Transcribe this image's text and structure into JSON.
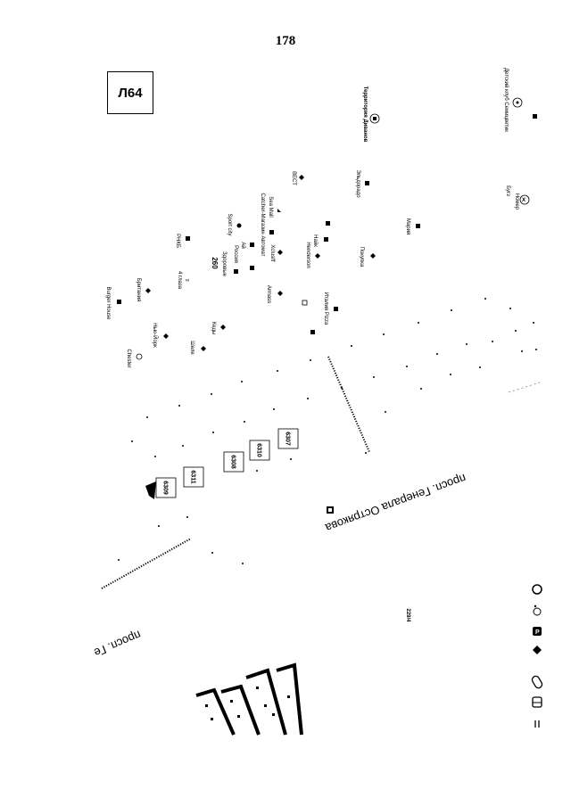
{
  "page_number": "178",
  "sheet_label": "Л64",
  "streets": {
    "main": "просп. Генерала Острякова",
    "partial": "просп. Ге"
  },
  "house_number": "229/4",
  "lot_numbers": [
    "6307",
    "6310",
    "6308",
    "6311",
    "6309"
  ],
  "places": {
    "kids_club": "Детский клуб Семицветик",
    "territory": "Территория Диванов",
    "best": "ВЕСТ",
    "eldorado": "Эльдорадо",
    "sea_mall": "Sea Mall",
    "catcher": "Catcher-Магазин Автомат",
    "sport_city": "Sport city",
    "rnkb": "РНКБ",
    "ai": "Ай",
    "russia": "Россия",
    "zdorovie": "Здоровые",
    "num_260": "260",
    "xclusiv": "Xclusiff",
    "nayk": "Найк",
    "henderson": "Henderson",
    "maria": "Мария",
    "pokupka": "Покупка",
    "nomer": "Номер",
    "bugz": "Бугз",
    "four_eyes": "4 глаза",
    "britania": "Британия",
    "burger_house": "Burger House",
    "armass": "Armass",
    "italian_pizza": "Италия Pizza",
    "new_york": "Нью-Йорк",
    "kebab": "Кеды",
    "shele": "Шеле",
    "chester": "Chester"
  },
  "right_toolbar_icons": [
    "circle-icon",
    "accessibility-icon",
    "parking-icon",
    "fuel-icon",
    "pill-icon",
    "bus-icon",
    "equals-icon"
  ]
}
